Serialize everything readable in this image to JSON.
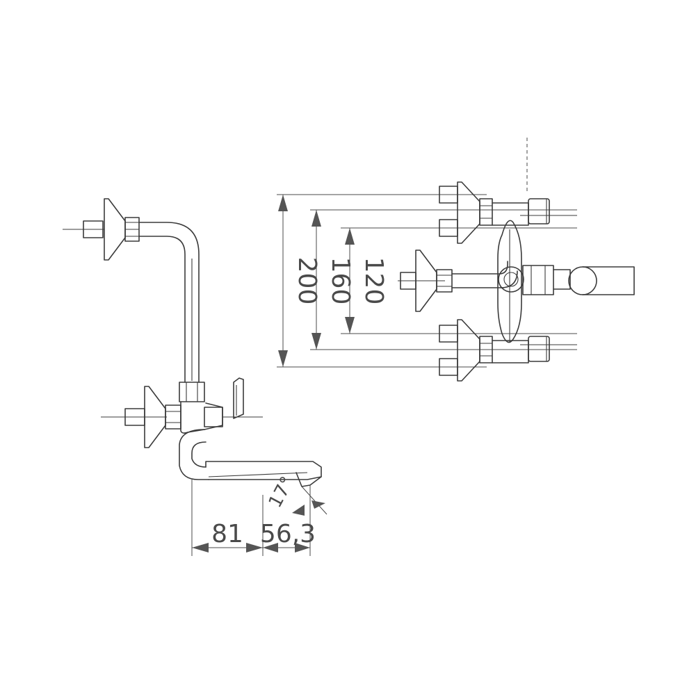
{
  "side_view": {
    "dim_spout_reach": "81",
    "dim_outlet_offset": "56,3",
    "dim_outlet_angle": "17°"
  },
  "front_view": {
    "dim_outer_spacing": "200",
    "dim_middle_spacing": "160",
    "dim_inner_spacing": "120"
  }
}
